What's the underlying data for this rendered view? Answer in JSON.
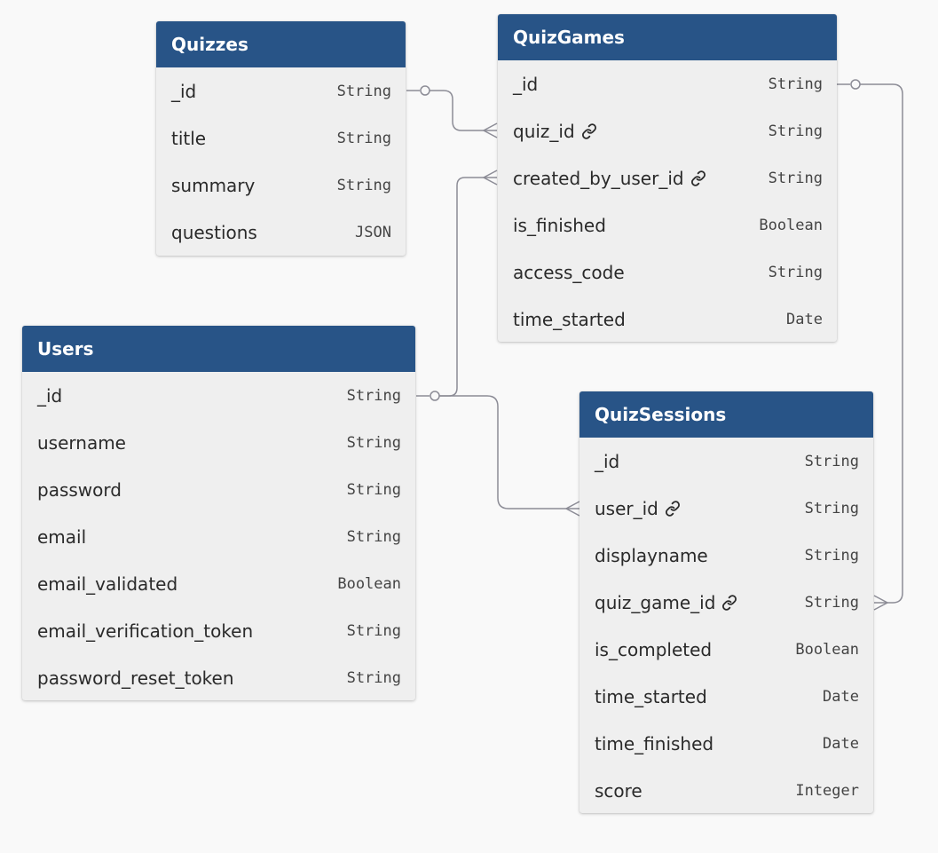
{
  "entities": {
    "quizzes": {
      "title": "Quizzes",
      "fields": [
        {
          "name": "_id",
          "type": "String"
        },
        {
          "name": "title",
          "type": "String"
        },
        {
          "name": "summary",
          "type": "String"
        },
        {
          "name": "questions",
          "type": "JSON"
        }
      ]
    },
    "quizgames": {
      "title": "QuizGames",
      "fields": [
        {
          "name": "_id",
          "type": "String"
        },
        {
          "name": "quiz_id",
          "type": "String",
          "icon": "link-icon"
        },
        {
          "name": "created_by_user_id",
          "type": "String",
          "icon": "link-icon"
        },
        {
          "name": "is_finished",
          "type": "Boolean"
        },
        {
          "name": "access_code",
          "type": "String"
        },
        {
          "name": "time_started",
          "type": "Date"
        }
      ]
    },
    "users": {
      "title": "Users",
      "fields": [
        {
          "name": "_id",
          "type": "String"
        },
        {
          "name": "username",
          "type": "String"
        },
        {
          "name": "password",
          "type": "String"
        },
        {
          "name": "email",
          "type": "String"
        },
        {
          "name": "email_validated",
          "type": "Boolean"
        },
        {
          "name": "email_verification_token",
          "type": "String"
        },
        {
          "name": "password_reset_token",
          "type": "String"
        }
      ]
    },
    "quizsessions": {
      "title": "QuizSessions",
      "fields": [
        {
          "name": "_id",
          "type": "String"
        },
        {
          "name": "user_id",
          "type": "String",
          "icon": "link-icon"
        },
        {
          "name": "displayname",
          "type": "String"
        },
        {
          "name": "quiz_game_id",
          "type": "String",
          "icon": "link-icon"
        },
        {
          "name": "is_completed",
          "type": "Boolean"
        },
        {
          "name": "time_started",
          "type": "Date"
        },
        {
          "name": "time_finished",
          "type": "Date"
        },
        {
          "name": "score",
          "type": "Integer"
        }
      ]
    }
  },
  "colors": {
    "header": "#285487",
    "body": "#efefef",
    "connector": "#8c8c96",
    "background": "#f9f9f9"
  }
}
